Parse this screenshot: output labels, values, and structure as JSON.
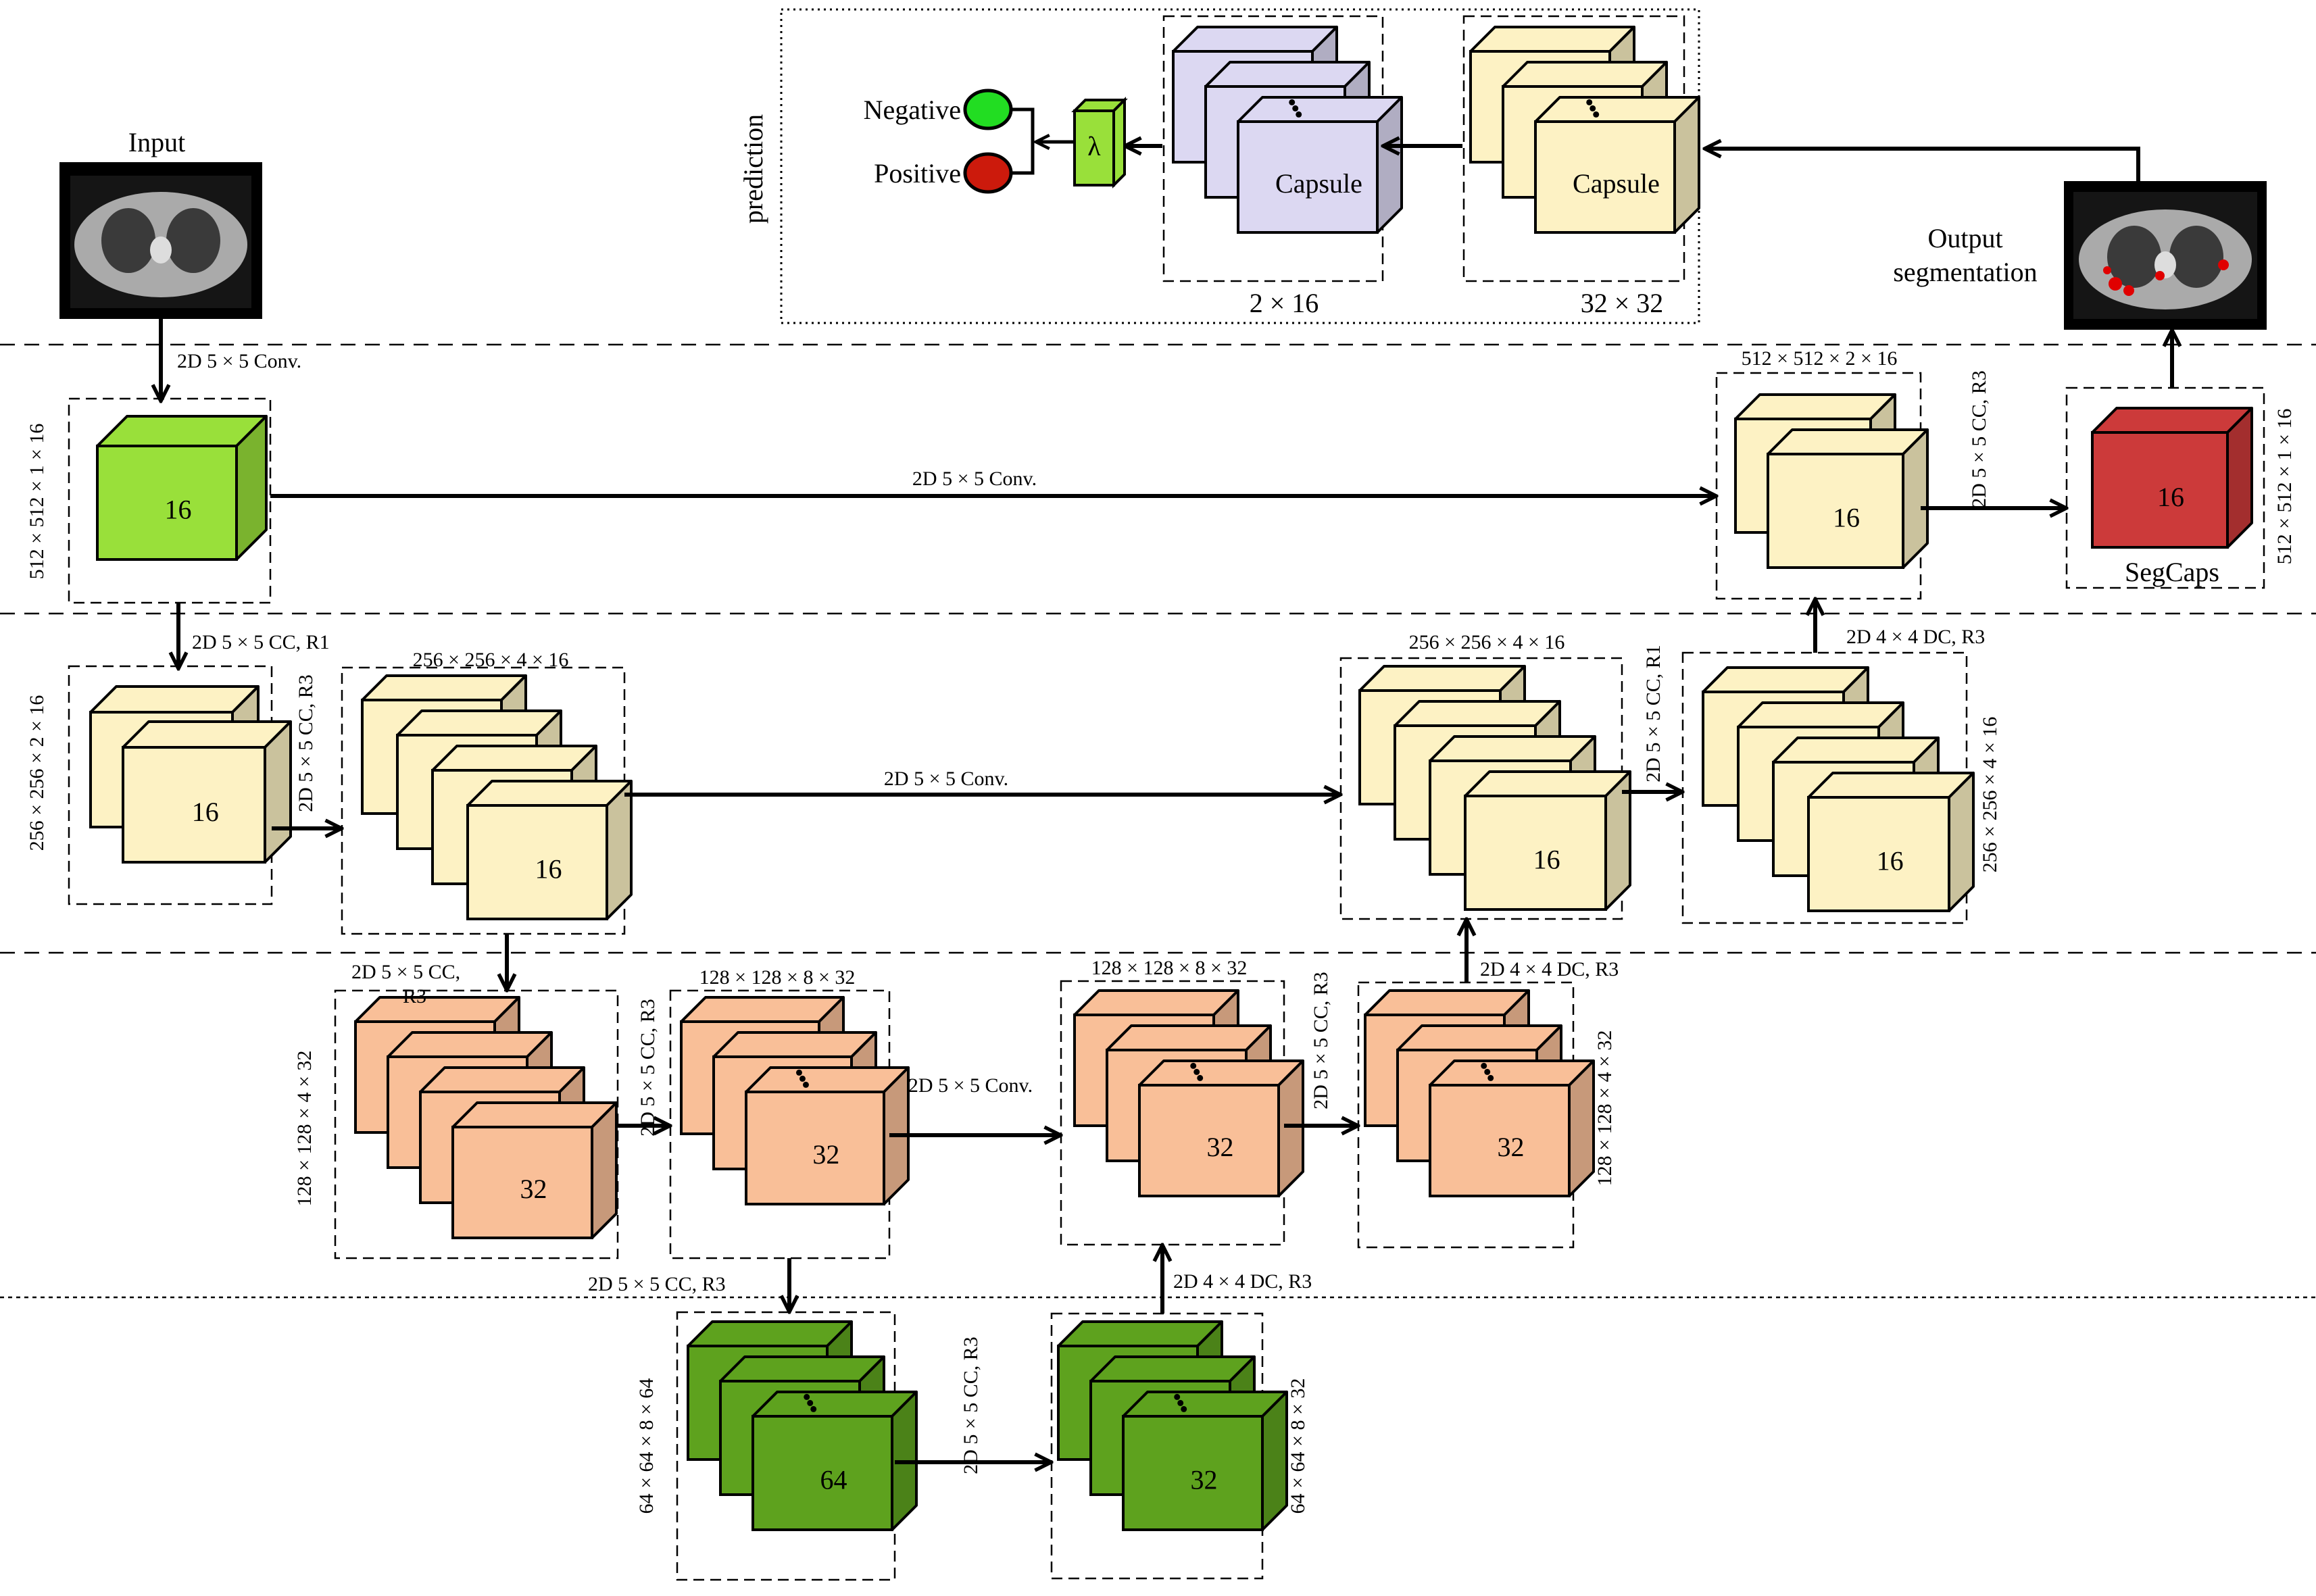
{
  "input": {
    "label": "Input"
  },
  "output": {
    "label_line1": "Output",
    "label_line2": "segmentation"
  },
  "prediction": {
    "label": "prediction",
    "classes": [
      {
        "label": "Negative",
        "color": "#22dd22"
      },
      {
        "label": "Positive",
        "color": "#cc1a0c"
      }
    ],
    "lambda": "λ",
    "capsule_small": {
      "label": "Capsule",
      "dims": "2 × 16"
    },
    "capsule_large": {
      "label": "Capsule",
      "dims": "32 × 32"
    }
  },
  "colors": {
    "green_light": "#99e03a",
    "cream": "#fdf2c4",
    "salmon": "#f9bf98",
    "green_dark": "#5ea21e",
    "red": "#cc3a3a",
    "lavender": "#dcd8f2"
  },
  "blocks": {
    "b1": {
      "value": "16",
      "dims": "512 × 512 × 1 × 16"
    },
    "b2": {
      "value": "16",
      "dims": "256 × 256 × 2 × 16"
    },
    "b3": {
      "value": "16",
      "dims": "256 × 256 × 4 × 16"
    },
    "b4": {
      "value": "32",
      "dims": "128 × 128 × 4 × 32"
    },
    "b5": {
      "value": "32",
      "dims": "128 × 128 × 8 × 32"
    },
    "b6": {
      "value": "64",
      "dims": "64 × 64 × 8 × 64"
    },
    "b7": {
      "value": "32",
      "dims": "64 × 64 × 8 × 32"
    },
    "b8": {
      "value": "32",
      "dims": "128 × 128 × 8 × 32"
    },
    "b9": {
      "value": "32",
      "dims": "128 × 128 × 4 × 32"
    },
    "b10": {
      "value": "16",
      "dims": "256 × 256 × 4 × 16"
    },
    "b11": {
      "value": "16",
      "dims": "256 × 256 × 4 × 16"
    },
    "b12": {
      "value": "16",
      "dims": "512 × 512 × 2 × 16"
    },
    "b13": {
      "value": "16",
      "dims": "512 × 512 × 1 × 16",
      "label": "SegCaps"
    }
  },
  "ops": {
    "in_conv": "2D 5 × 5 Conv.",
    "skip1": "2D 5 × 5 Conv.",
    "cc_r1_down": "2D 5 × 5 CC, R1",
    "cc_r3_a": "2D 5 × 5 CC, R3",
    "skip2": "2D 5 × 5 Conv.",
    "cc_r3_b_line1": "2D 5 × 5 CC,",
    "cc_r3_b_line2": "R3",
    "cc_r3_c": "2D 5 × 5 CC, R3",
    "skip3": "2D 5 × 5 Conv.",
    "cc_r3_d": "2D 5 × 5 CC, R3",
    "cc_r3_e": "2D 5 × 5 CC, R3",
    "dc_r3_a": "2D 4 × 4 DC, R3",
    "cc_r3_f": "2D 5 × 5 CC, R3",
    "dc_r3_b": "2D 4 × 4 DC, R3",
    "cc_r1_up": "2D 5 × 5 CC, R1",
    "dc_r3_c": "2D 4 × 4 DC, R3",
    "cc_r3_out": "2D 5 × 5 CC, R3"
  }
}
